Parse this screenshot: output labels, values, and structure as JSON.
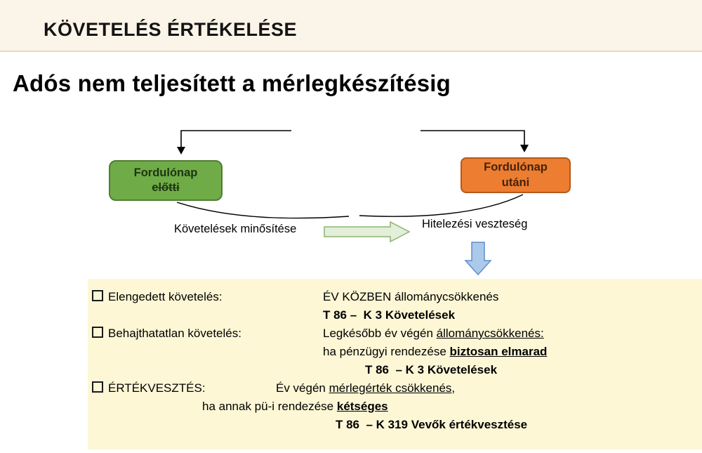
{
  "header": {
    "title": "KÖVETELÉS ÉRTÉKELÉSE"
  },
  "subtitle": "Adós nem teljesített a mérlegkészítésig",
  "diagram": {
    "left_box": {
      "line1": "Fordulónap",
      "line2": "előtti"
    },
    "right_box": {
      "line1": "Fordulónap",
      "line2": "utáni"
    },
    "left_label": "Követelések minősítése",
    "right_label": "Hitelezési veszteség"
  },
  "notes": {
    "item1": {
      "label": "Elengedett követelés:",
      "line1": "ÉV KÖZBEN állománycsökkenés",
      "line2": "T 86 –  K 3 Követelések"
    },
    "item2": {
      "label": "Behajthatatlan követelés:",
      "line1_a": "Legkésőbb év végén ",
      "line1_b": "állománycsökkenés:",
      "line2_a": "ha pénzügyi rendezése ",
      "line2_b": "biztosan elmarad",
      "line3": "T 86  – K 3 Követelések"
    },
    "item3": {
      "label": "ÉRTÉKVESZTÉS:",
      "line1_a": "Év végén ",
      "line1_b": "mérlegérték csökkenés",
      "line1_c": ",",
      "line2_a": "ha annak pü-i rendezése ",
      "line2_b": "kétséges",
      "line3": "T 86  – K 319 Vevők értékvesztése"
    }
  },
  "colors": {
    "header_band": "#FBF4E8",
    "header_border": "#E8DCC2",
    "green_fill": "#6FAC47",
    "green_border": "#4F7D32",
    "green_text": "#1E3511",
    "orange_fill": "#ED7D31",
    "orange_border": "#B55A1A",
    "orange_text": "#46230A",
    "panel_yellow": "#FDF7D6",
    "green_arrow_fill": "#E3EFD9",
    "green_arrow_border": "#8CB370",
    "blue_arrow_fill": "#ABC9EA",
    "blue_arrow_border": "#5E8FC9"
  }
}
